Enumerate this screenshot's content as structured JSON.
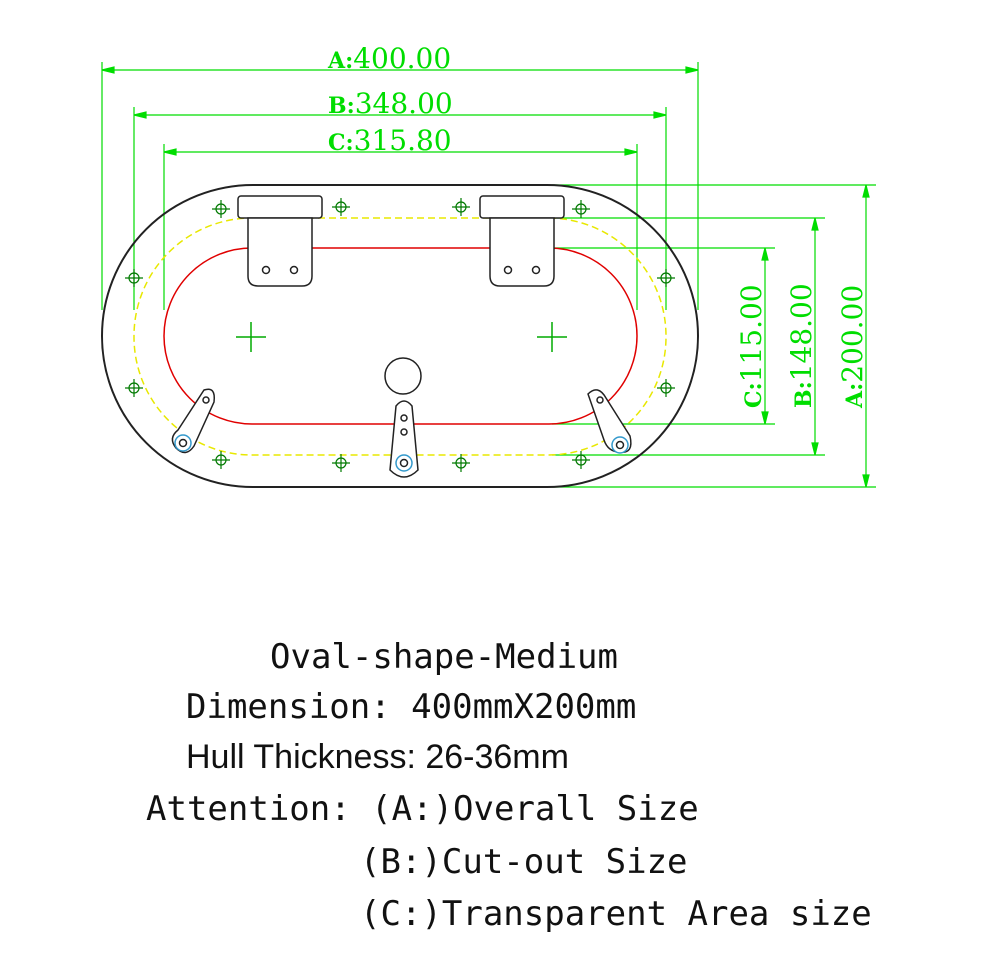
{
  "dimensions": {
    "a_width": {
      "label": "A:",
      "value": "400.00"
    },
    "b_width": {
      "label": "B:",
      "value": "348.00"
    },
    "c_width": {
      "label": "C:",
      "value": "315.80"
    },
    "a_height": {
      "label": "A:",
      "value": "200.00"
    },
    "b_height": {
      "label": "B:",
      "value": "148.00"
    },
    "c_height": {
      "label": "C:",
      "value": "115.00"
    }
  },
  "caption": {
    "title": "Oval-shape-Medium",
    "dimension": "Dimension: 400mmX200mm",
    "hull": "Hull Thickness: 26-36mm",
    "attention_a": "Attention: (A:)Overall Size",
    "attention_b": "(B:)Cut-out Size",
    "attention_c": "(C:)Transparent Area size"
  },
  "colors": {
    "dimension": "#00dd00",
    "outline": "#222222",
    "seal": "#e8e800",
    "glass": "#e00000",
    "bolt": "#007a00"
  }
}
